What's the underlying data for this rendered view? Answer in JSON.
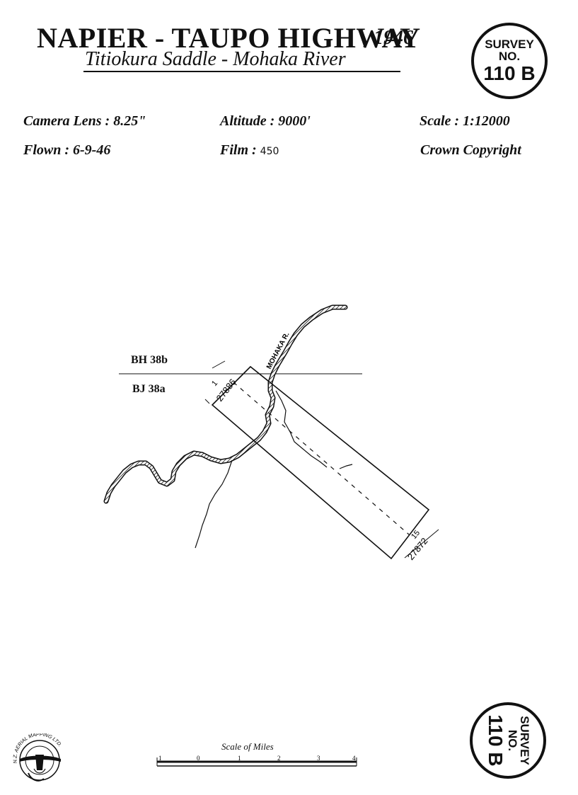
{
  "header": {
    "title": "NAPIER - TAUPO HIGHWAY",
    "year": ", 1946",
    "subtitle": "Titiokura Saddle - Mohaka River"
  },
  "stamp": {
    "line1": "SURVEY",
    "line2": "NO.",
    "line3": "110 B"
  },
  "details": {
    "camera_lens": "Camera Lens : 8.25\"",
    "altitude": "Altitude : 9000'",
    "scale": "Scale : 1:12000",
    "flown": "Flown : 6-9-46",
    "film_label": "Film :",
    "film_value": "450",
    "copyright": "Crown Copyright"
  },
  "map": {
    "sheet_north": "BH 38b",
    "sheet_south": "BJ 38a",
    "river_label": "MOHAKA R.",
    "run_start": {
      "frame": "1",
      "number": "27886"
    },
    "run_end": {
      "frame": "15",
      "number": "27872"
    }
  },
  "scale_bar": {
    "caption": "Scale of Miles",
    "ticks": [
      "1",
      "0",
      "1",
      "2",
      "3",
      "4"
    ]
  },
  "logo": {
    "text": "N.Z. AERIAL MAPPING LTD."
  }
}
